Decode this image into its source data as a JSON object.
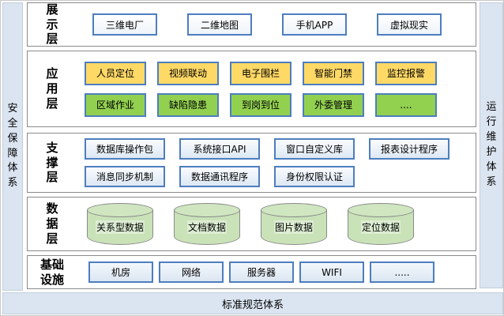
{
  "left_sidebar": {
    "label": "安全保障体系"
  },
  "right_sidebar": {
    "label": "运行维护体系"
  },
  "bottom_bar": {
    "label": "标准规范体系"
  },
  "colors": {
    "pillar_blue": "#dbe5f1",
    "box_border_blue": "#4d7ebf",
    "yellow_box": "#ffd966",
    "green_box": "#92d050",
    "cylinder_green": "#c9e2b8",
    "layer_border_gray": "#8a8a8a"
  },
  "layers": [
    {
      "label": "展示层",
      "items": [
        "三维电厂",
        "二维地图",
        "手机APP",
        "虚拟现实"
      ]
    },
    {
      "label": "应用层",
      "rows": [
        [
          "人员定位",
          "视频联动",
          "电子围栏",
          "智能门禁",
          "监控报警"
        ],
        [
          "区域作业",
          "缺陷隐患",
          "到岗到位",
          "外委管理",
          "...."
        ]
      ]
    },
    {
      "label": "支撑层",
      "rows": [
        [
          "数据库操作包",
          "系统接口API",
          "窗口自定义库",
          "报表设计程序"
        ],
        [
          "消息同步机制",
          "数据通讯程序",
          "身份权限认证"
        ]
      ]
    },
    {
      "label": "数据层",
      "items": [
        "关系型数据",
        "文档数据",
        "图片数据",
        "定位数据"
      ]
    },
    {
      "label": "基础设施",
      "items": [
        "机房",
        "网络",
        "服务器",
        "WIFI",
        "....."
      ]
    }
  ]
}
